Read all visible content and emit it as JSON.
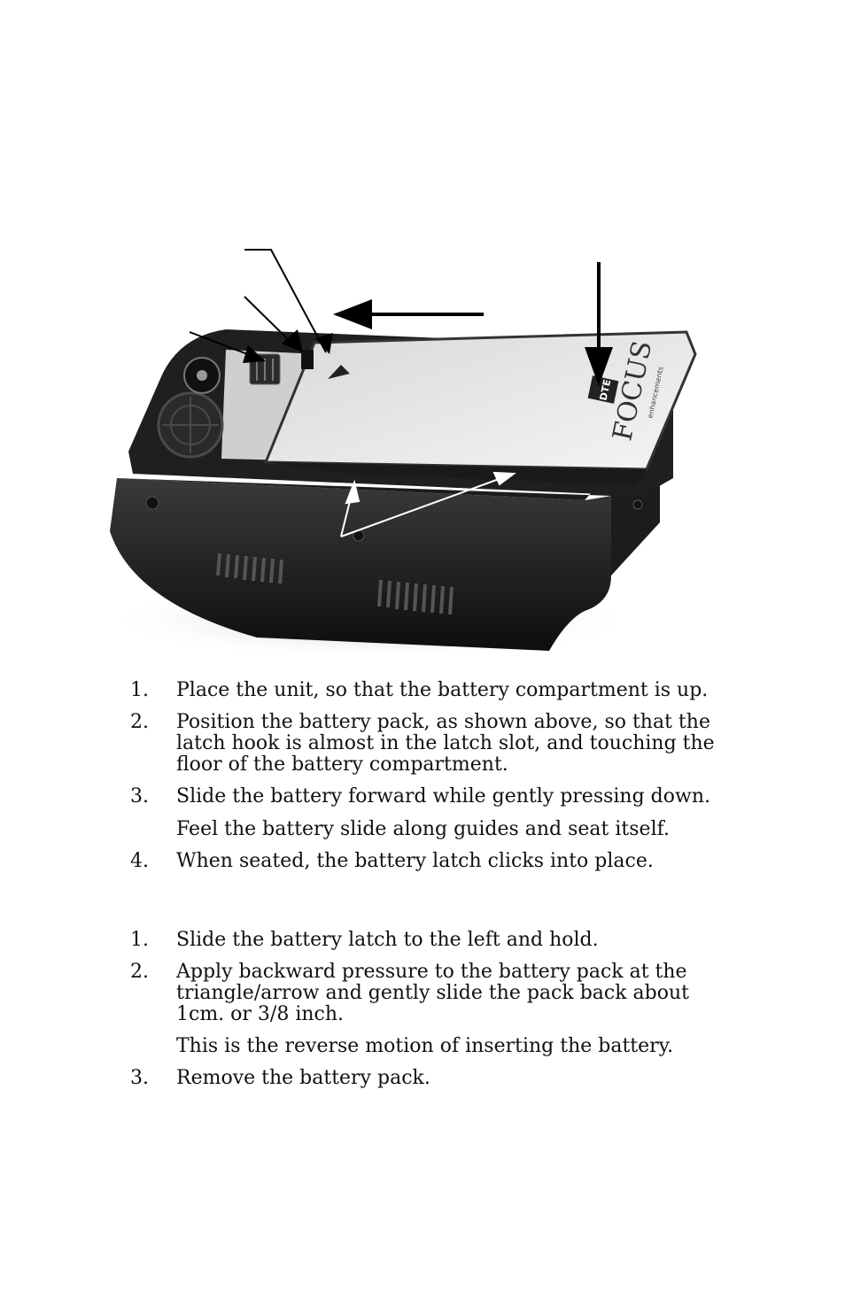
{
  "figure": {
    "logo_dte": "DTE",
    "logo_focus": "FOCUS",
    "logo_sub": "enhancements"
  },
  "insert_steps": [
    {
      "num": "1.",
      "text": "Place the unit, so that the battery compartment is up."
    },
    {
      "num": "2.",
      "text": "Position the battery pack, as shown above, so that the latch hook is almost in the latch slot, and touching the floor of the battery compartment."
    },
    {
      "num": "3.",
      "text": "Slide the battery forward while gently pressing down."
    },
    {
      "note": "Feel the battery slide along guides and seat itself."
    },
    {
      "num": "4.",
      "text": "When seated, the battery latch clicks into place."
    }
  ],
  "remove_steps": [
    {
      "num": "1.",
      "text": "Slide the battery latch to the left and hold."
    },
    {
      "num": "2.",
      "text": "Apply backward pressure to the battery pack at the triangle/arrow and gently slide the pack back about 1cm. or 3/8 inch."
    },
    {
      "note": "This is the reverse motion of inserting the battery."
    },
    {
      "num": "3.",
      "text": "Remove the battery pack."
    }
  ]
}
